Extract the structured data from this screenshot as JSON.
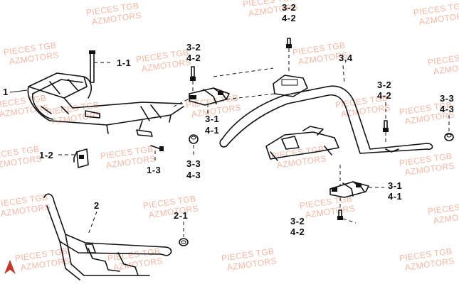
{
  "watermark": {
    "lines": [
      "PIECES TGB",
      "AZMOTORS"
    ],
    "color": "#f3b7a5"
  },
  "logo": {
    "name": "azmotors-logo",
    "color": "#c0392b"
  },
  "labels": {
    "rack_front": "1",
    "bolt_1_1": "1-1",
    "bracket_1_2": "1-2",
    "bolt_1_3": "1-3",
    "bumper": "2",
    "cap_2_1": "2-1",
    "bolt_top_3_2": "3-2",
    "bolt_top_4_2": "4-2",
    "bracket_top_3_1": "3-1",
    "bracket_top_4_1": "4-1",
    "cap_mid_3_3": "3-3",
    "cap_mid_4_3": "4-3",
    "rack_rear": "3,4",
    "bolt_far_3_2": "3-2",
    "bolt_far_4_2": "4-2",
    "bolt_right_3_2": "3-2",
    "bolt_right_4_2": "4-2",
    "cap_right_3_3": "3-3",
    "cap_right_4_3": "4-3",
    "bracket_low_3_1": "3-1",
    "bracket_low_4_1": "4-1",
    "bolt_low_3_2": "3-2",
    "bolt_low_4_2": "4-2"
  }
}
